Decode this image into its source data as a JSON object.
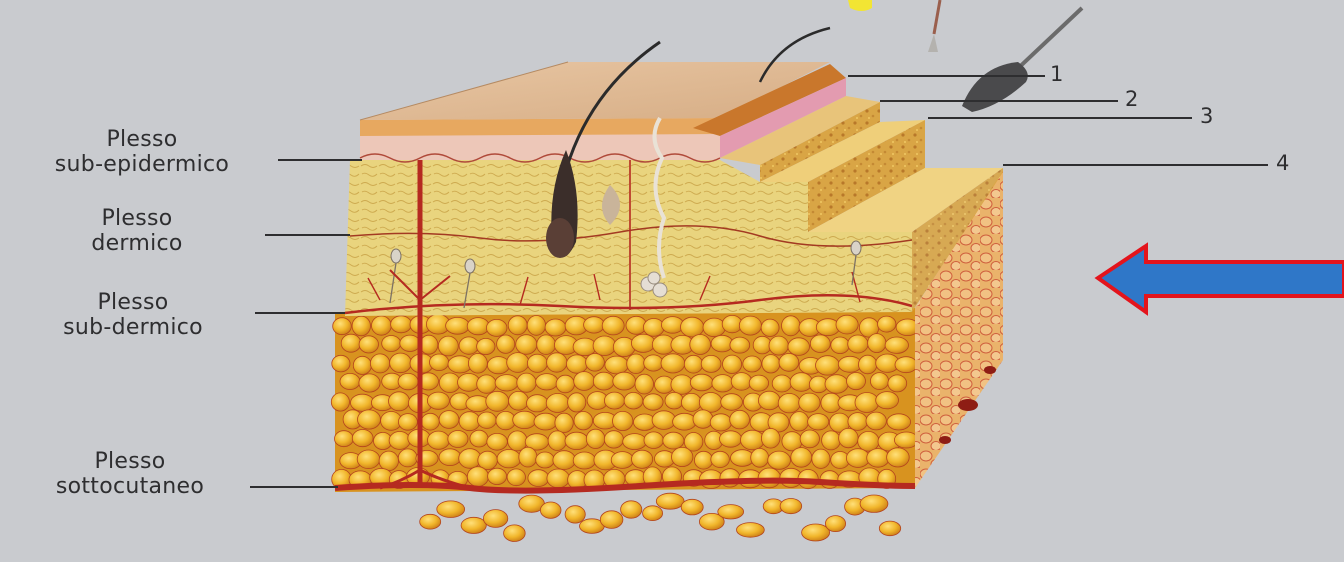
{
  "labels": {
    "sub_epidermico": {
      "line1": "Plesso",
      "line2": "sub-epidermico"
    },
    "dermico": {
      "line1": "Plesso",
      "line2": "dermico"
    },
    "sub_dermico": {
      "line1": "Plesso",
      "line2": "sub-dermico"
    },
    "sottocutaneo": {
      "line1": "Plesso",
      "line2": "sottocutaneo"
    }
  },
  "layer_numbers": [
    "1",
    "2",
    "3",
    "4"
  ],
  "colors": {
    "background": "#c9cbcf",
    "epidermis": "#d9b58f",
    "dermis": "#e8d27a",
    "fat": "#e6a92a",
    "vessel": "#b52a20",
    "arrow_fill": "#2f77c8",
    "arrow_outline": "#e3141c"
  },
  "icons": [
    "dermatome-blade-icon",
    "arrow-left-icon"
  ]
}
